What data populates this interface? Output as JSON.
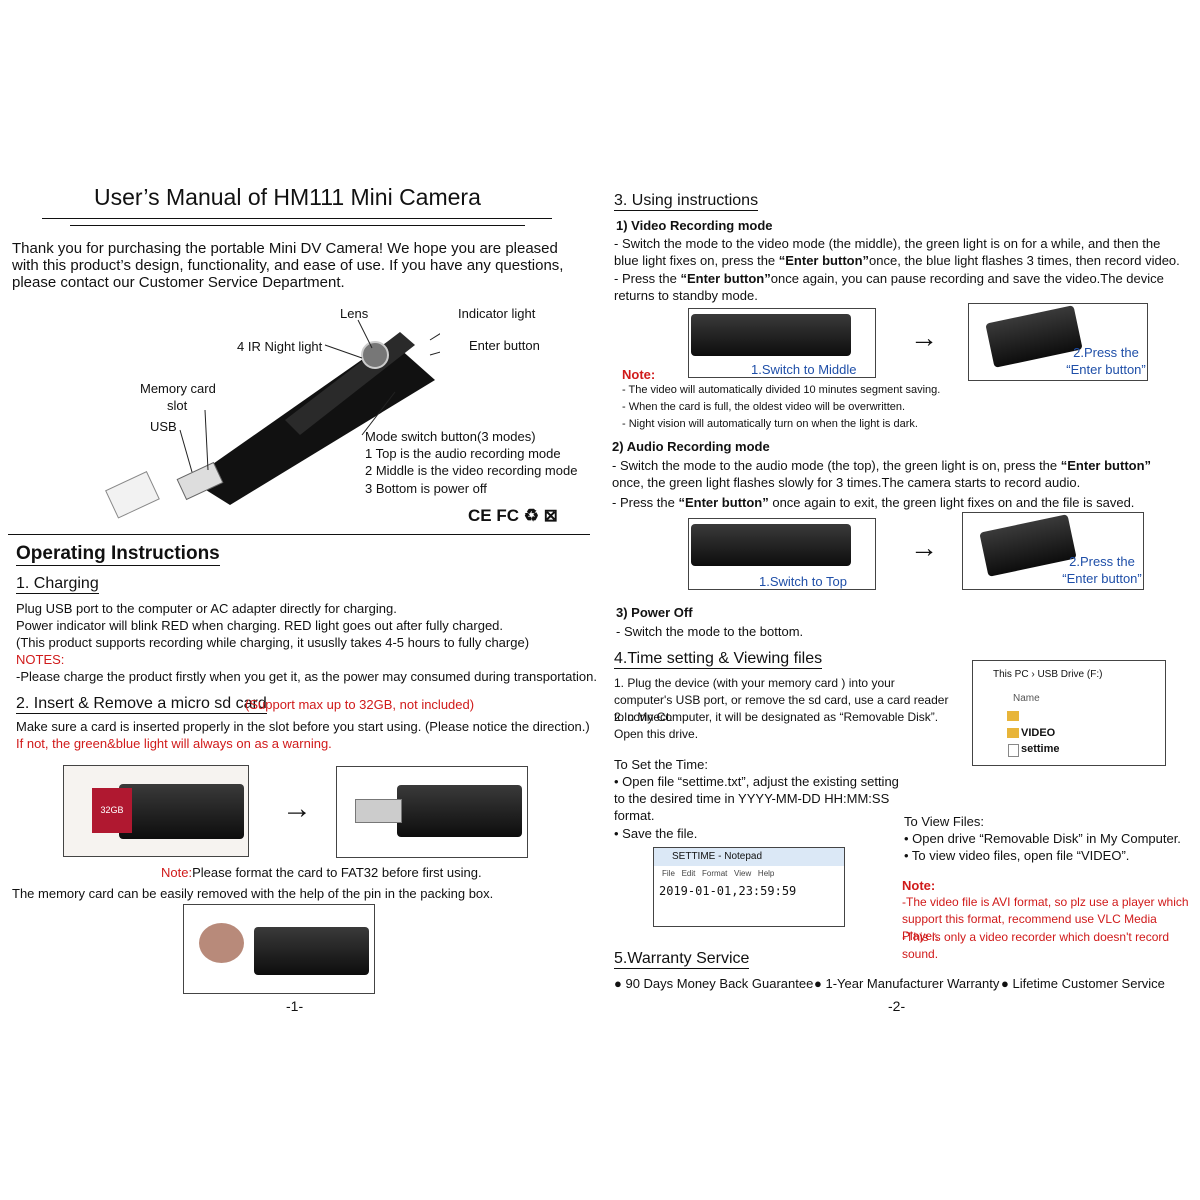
{
  "left": {
    "title": "User’s Manual of HM111 Mini Camera",
    "intro": "Thank you for purchasing the portable Mini DV Camera! We hope you are pleased with this product’s design, functionality, and ease of use. If you have any questions, please contact our Customer Service Department.",
    "diagram": {
      "lens": "Lens",
      "indicator": "Indicator light",
      "ir": "4 IR Night light",
      "enter": "Enter button",
      "memory": "Memory card",
      "slot": "slot",
      "usb": "USB",
      "mode_title": "Mode switch button(3 modes)",
      "mode1": "1 Top is the audio recording mode",
      "mode2": "2 Middle is the video recording mode",
      "mode3": "3 Bottom is power off",
      "cert_marks": "CE  FC  ♻  ⊠"
    },
    "operating_title": "Operating Instructions",
    "charging": {
      "heading": "1. Charging",
      "l1": "Plug USB port to the computer or AC adapter directly for charging.",
      "l2": "Power indicator will blink RED when charging. RED light goes out after fully charged.",
      "l3": "(This product supports recording while charging, it ususlly takes 4-5 hours to fully charge)",
      "notes_label": "NOTES:",
      "note": "-Please charge the product firstly when you get it, as the power may consumed during transportation."
    },
    "sd": {
      "heading": "2. Insert & Remove a micro sd card",
      "support": "(Support max up to 32GB, not included)",
      "l1": "Make sure a card is inserted properly in the slot before you start using. (Please notice the direction.)",
      "l2": "If not, the green&blue light  will always on as a warning.",
      "card_label": "32GB",
      "note_label": "Note:",
      "note": "Please format the card to FAT32 before first using.",
      "l3": "The memory card can be easily removed with the help of the pin in the packing box."
    },
    "page_no": "-1-"
  },
  "right": {
    "using_heading": "3. Using instructions",
    "video": {
      "heading": "1) Video Recording mode",
      "p1": "- Switch the mode to the video mode (the middle), the green light is on for a while, and then the blue light fixes on, press the ",
      "p1_bold": "“Enter button”",
      "p1_end": "once, the blue light flashes 3 times, then record video.",
      "p2": "- Press the ",
      "p2_bold": "“Enter button”",
      "p2_end": "once again, you can pause recording and save the video.The device returns to standby mode.",
      "switch_label": "1.Switch to Middle",
      "press_label": "2.Press the “Enter button”",
      "note_label": "Note:",
      "n1": "- The video will automatically divided 10 minutes segment saving.",
      "n2": "- When the card is full, the oldest video will be overwritten.",
      "n3": "- Night vision will automatically turn on when the light is dark."
    },
    "audio": {
      "heading": "2) Audio  Recording mode",
      "p1": "- Switch the mode to the audio mode (the top), the green light is on, press the ",
      "p1_bold": "“Enter button”",
      "p1_end": " once, the green light flashes slowly for 3 times.The camera starts to record audio.",
      "p2": "- Press the ",
      "p2_bold": "“Enter button”",
      "p2_end": " once again to exit, the green light fixes on and the file is saved.",
      "switch_label": "1.Switch to Top",
      "press_label": "2.Press the “Enter button”"
    },
    "power": {
      "heading": "3) Power Off",
      "p1": "- Switch the mode to the bottom."
    },
    "time": {
      "heading": "4.Time setting & Viewing files",
      "p1": "1. Plug the device (with your memory card ) into your computer's USB port, or remove the sd card, use a card reader to connect.",
      "p2": "2.In My Computer, it will be designated as “Removable Disk”. Open this drive.",
      "explorer_path": "This PC  ›  USB Drive (F:)",
      "explorer_col": "Name",
      "explorer_f1": "VIDEO",
      "explorer_f2": "settime",
      "set_heading": "To Set the Time:",
      "s1": "• Open file “settime.txt”, adjust the existing setting to the desired time in YYYY-MM-DD HH:MM:SS format.",
      "s2": "• Save the file.",
      "notepad_title": "SETTIME - Notepad",
      "notepad_menu": [
        "File",
        "Edit",
        "Format",
        "View",
        "Help"
      ],
      "notepad_content": "2019-01-01,23:59:59",
      "view_heading": "To View Files:",
      "v1": "• Open drive “Removable Disk” in My Computer.",
      "v2": "• To view video files, open file “VIDEO”.",
      "note_label": "Note:",
      "rn1": "-The video file is AVI format, so plz use a player which support this format, recommend use VLC Media Player.",
      "rn2": "-This is only a video recorder which doesn't record sound."
    },
    "warranty": {
      "heading": "5.Warranty Service",
      "w1": "● 90 Days Money Back Guarantee",
      "w2": "● 1-Year Manufacturer Warranty",
      "w3": "● Lifetime Customer Service"
    },
    "page_no": "-2-"
  }
}
